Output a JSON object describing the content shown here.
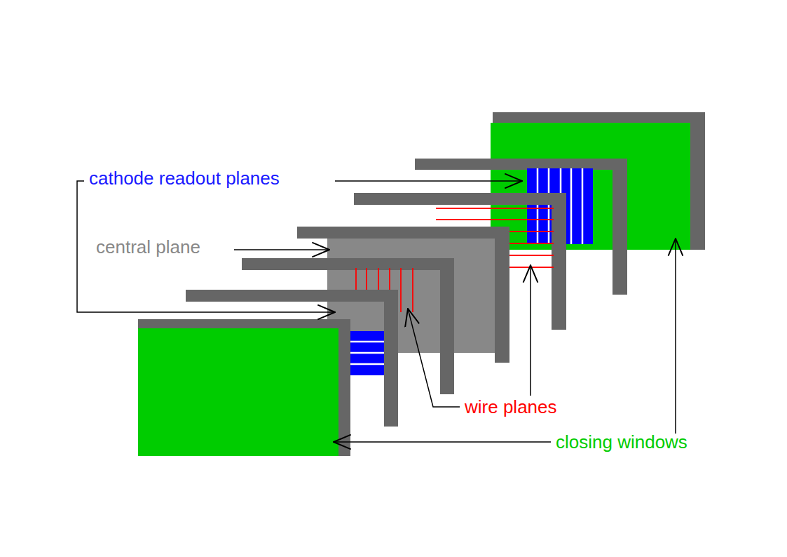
{
  "diagram": {
    "labels": [
      "cathode readout planes",
      "central plane",
      "wire planes",
      "closing windows"
    ]
  }
}
